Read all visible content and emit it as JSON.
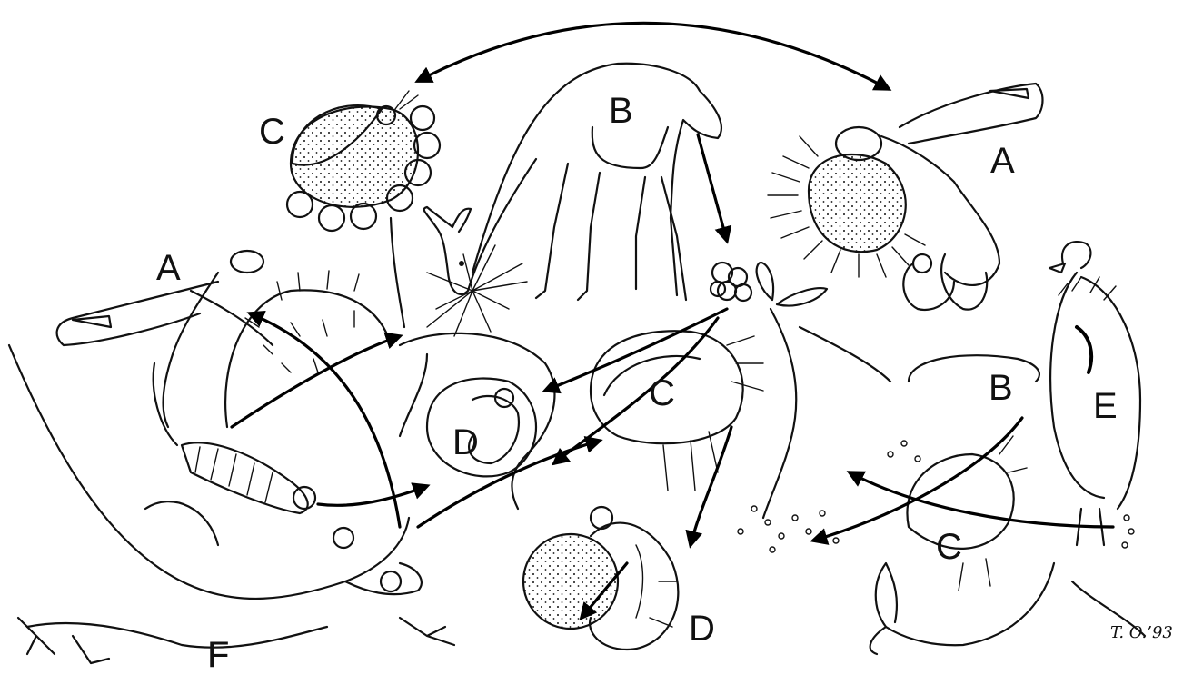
{
  "labels": {
    "a_left": "A",
    "a_right": "A",
    "b_deer": "B",
    "b_right": "B",
    "c_top": "C",
    "c_center": "C",
    "c_right": "C",
    "d_center": "D",
    "d_bottom": "D",
    "e_bird": "E",
    "f_lizard": "F"
  },
  "signature": "T. O.’93"
}
